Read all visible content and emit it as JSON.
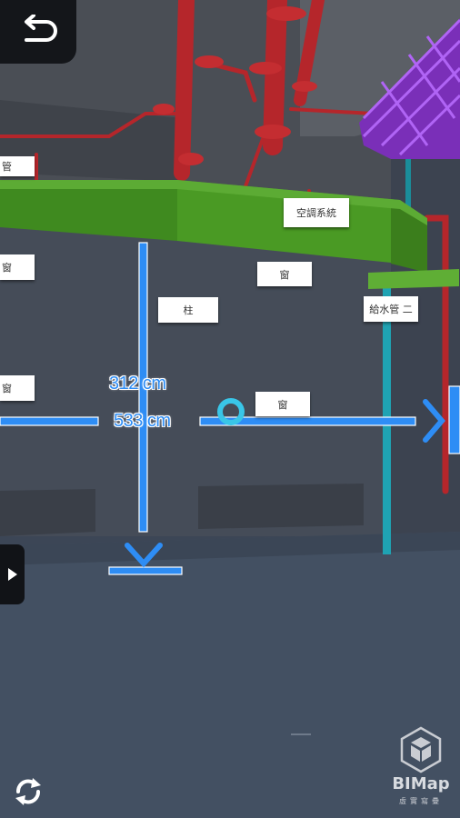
{
  "labels": {
    "hvac_system": "空調系統",
    "water_pipe": "給水管 二",
    "column": "柱",
    "window_1": "窗",
    "window_2": "窗",
    "window_left_1": "窗",
    "window_left_2": "窗",
    "pipe_left": "管"
  },
  "measurements": {
    "vertical": "312 cm",
    "horizontal": "533 cm"
  },
  "brand": {
    "name": "BIMap",
    "subtitle": "虛實寫疊"
  },
  "icons": {
    "back": "back-arrow-icon",
    "menu": "play-triangle-icon",
    "refresh": "refresh-icon",
    "logo": "cube-logo-icon"
  },
  "colors": {
    "measure": "#2e8df5",
    "fire_pipe": "#b5262b",
    "hvac_duct": "#3f8a1f",
    "cable_tray": "#9b3fe0",
    "water_pipe": "#1fa3b3"
  }
}
